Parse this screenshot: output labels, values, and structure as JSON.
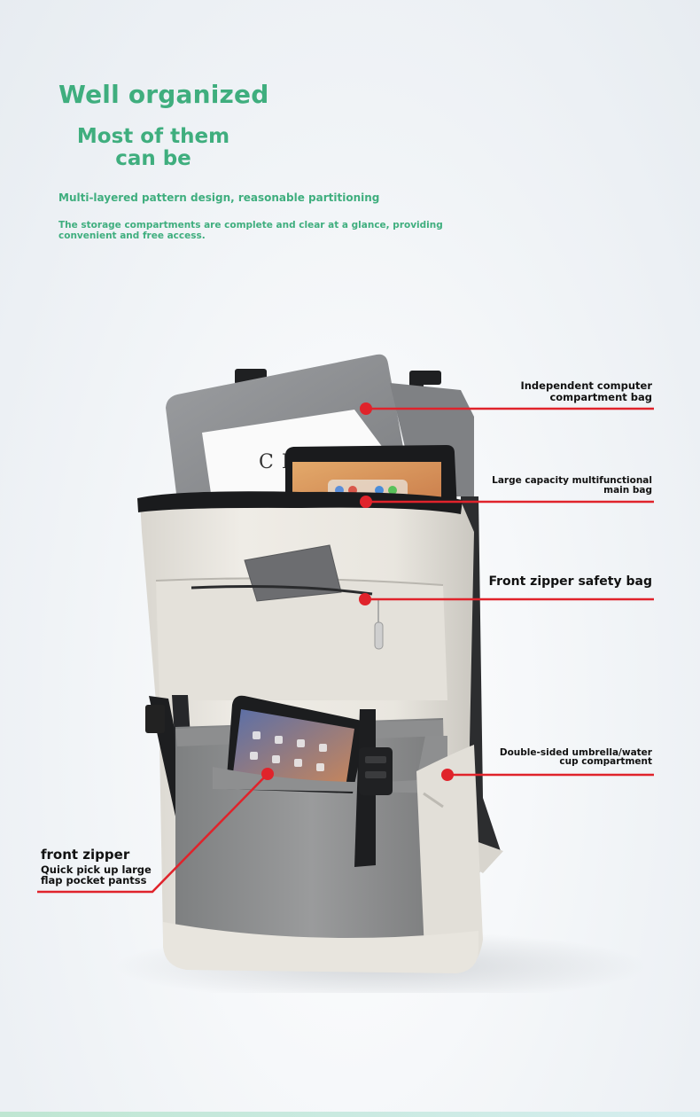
{
  "header": {
    "headline": "Well organized",
    "subhead": "Most of them can be",
    "copy_line1": "Multi-layered pattern design, reasonable partitioning",
    "copy_line2": "The storage compartments are complete and clear at a glance, providing convenient and free access."
  },
  "callouts": {
    "computer_bag_l1": "Independent computer",
    "computer_bag_l2": "compartment bag",
    "main_bag_l1": "Large capacity multifunctional",
    "main_bag_l2": "main bag",
    "front_safety": "Front zipper safety bag",
    "umbrella_l1": "Double-sided umbrella/water",
    "umbrella_l2": "cup compartment",
    "front_zipper_title": "front zipper",
    "front_zipper_sub1": "Quick pick up large",
    "front_zipper_sub2": "flap pocket pantss"
  },
  "product": {
    "book_text": "CE  A",
    "icon": "backpack-product-photo"
  },
  "colors": {
    "accent_green": "#3fae7e",
    "callout_red": "#e0232b",
    "bag_cream": "#e9e6df",
    "bag_grey": "#8d8e8f"
  }
}
